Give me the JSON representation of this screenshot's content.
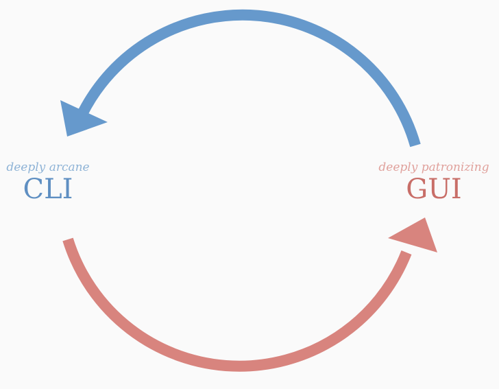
{
  "colors": {
    "background": "#fafafa",
    "blue_arrow": "#6699cc",
    "red_arrow": "#d8847e",
    "cli_subtitle": "#8eb3d6",
    "cli_title": "#5f8fc2",
    "gui_subtitle": "#e0a19c",
    "gui_title": "#c86e68"
  },
  "nodes": {
    "cli": {
      "subtitle": "deeply arcane",
      "title": "CLI"
    },
    "gui": {
      "subtitle": "deeply patronizing",
      "title": "GUI"
    }
  },
  "edges": [
    {
      "from": "GUI",
      "to": "CLI",
      "color": "blue"
    },
    {
      "from": "CLI",
      "to": "GUI",
      "color": "red"
    }
  ]
}
